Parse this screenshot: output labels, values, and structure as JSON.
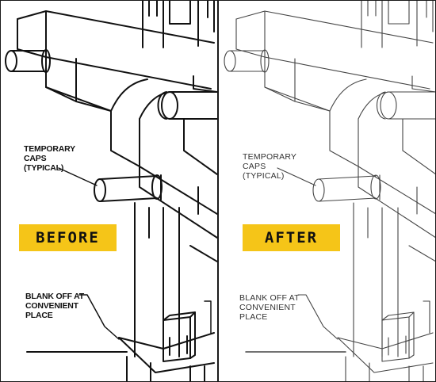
{
  "panels": {
    "before": {
      "badge": "BEFORE",
      "caps_label_1": "TEMPORARY",
      "caps_label_2": "CAPS",
      "caps_label_3": "(TYPICAL)",
      "blank_label_1": "BLANK OFF AT",
      "blank_label_2": "CONVENIENT",
      "blank_label_3": "PLACE"
    },
    "after": {
      "badge": "AFTER",
      "caps_label_1": "TEMPORARY",
      "caps_label_2": "CAPS",
      "caps_label_3": "(TYPICAL)",
      "blank_label_1": "BLANK OFF AT",
      "blank_label_2": "CONVENIENT",
      "blank_label_3": "PLACE"
    }
  },
  "colors": {
    "badge_fill": "#f5c518",
    "before_line": "#111111",
    "after_line": "#444444",
    "background": "#ffffff"
  }
}
